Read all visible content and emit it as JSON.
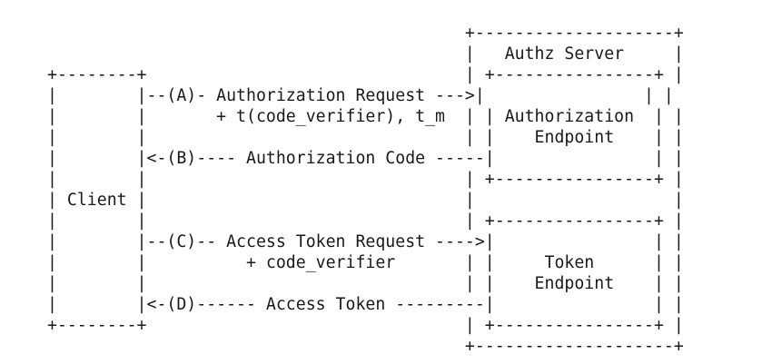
{
  "diagram": {
    "lines": [
      "                                          +--------------------+",
      "                                          |   Authz Server     |",
      "+--------+                                | +----------------+ |",
      "|        |--(A)- Authorization Request --->|                | |",
      "|        |       + t(code_verifier), t_m  | | Authorization  | |",
      "|        |                                | |    Endpoint    | |",
      "|        |<-(B)---- Authorization Code -----|                | |",
      "|        |                                | +----------------+ |",
      "| Client |                                |                    |",
      "|        |                                | +----------------+ |",
      "|        |--(C)-- Access Token Request ---->|                | |",
      "|        |          + code_verifier       | |     Token      | |",
      "|        |                                | |    Endpoint    | |",
      "|        |<-(D)------ Access Token ---------|                | |",
      "+--------+                                | +----------------+ |",
      "                                          +--------------------+"
    ]
  }
}
